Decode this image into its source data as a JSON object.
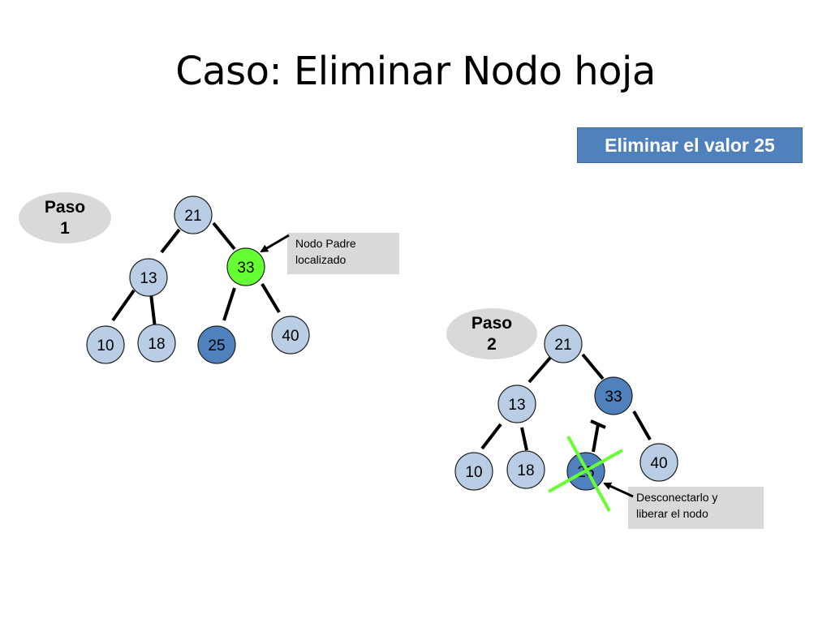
{
  "title": "Caso: Eliminar Nodo hoja",
  "task": "Eliminar el valor 25",
  "colors": {
    "node_fill": "#b9cde5",
    "node_dark": "#4f81bd",
    "node_highlight": "#66ff33",
    "task_fill": "#4f81bd",
    "pill_fill": "#d9d9d9",
    "note_fill": "#d9d9d9",
    "cross": "#66ff33"
  },
  "steps": [
    {
      "label_line1": "Paso",
      "label_line2": "1",
      "note": {
        "line1": "Nodo Padre",
        "line2": "localizado"
      },
      "nodes": [
        {
          "value": "21",
          "style": "normal"
        },
        {
          "value": "13",
          "style": "normal"
        },
        {
          "value": "33",
          "style": "highlight"
        },
        {
          "value": "10",
          "style": "normal"
        },
        {
          "value": "18",
          "style": "normal"
        },
        {
          "value": "25",
          "style": "dark"
        },
        {
          "value": "40",
          "style": "normal"
        }
      ]
    },
    {
      "label_line1": "Paso",
      "label_line2": "2",
      "note": {
        "line1": "Desconectarlo y",
        "line2": "liberar el nodo"
      },
      "nodes": [
        {
          "value": "21",
          "style": "normal"
        },
        {
          "value": "13",
          "style": "normal"
        },
        {
          "value": "33",
          "style": "dark"
        },
        {
          "value": "10",
          "style": "normal"
        },
        {
          "value": "18",
          "style": "normal"
        },
        {
          "value": "25",
          "style": "dark"
        },
        {
          "value": "40",
          "style": "normal"
        }
      ]
    }
  ]
}
